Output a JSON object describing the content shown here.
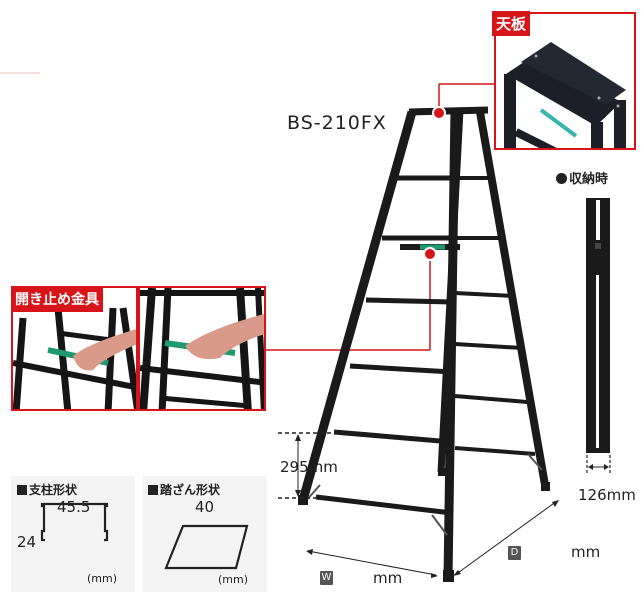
{
  "product": {
    "model": "BS-210FX"
  },
  "callouts": {
    "top_plate": {
      "label": "天板"
    },
    "opening_stopper": {
      "label": "開き止め金具"
    }
  },
  "storage": {
    "title": "収納時",
    "width": "126mm"
  },
  "dimensions": {
    "step_pitch": "295mm",
    "width_badge": "W",
    "width_unit": "mm",
    "depth_badge": "D",
    "depth_unit": "mm"
  },
  "cross_sections": {
    "pillar": {
      "title": "支柱形状",
      "width": "45.5",
      "height": "24",
      "unit": "(mm)"
    },
    "step": {
      "title": "踏ざん形状",
      "width": "40",
      "unit": "(mm)"
    }
  },
  "colors": {
    "accent_red": "#d7141a",
    "ladder_black": "#1a1a1a",
    "grip_green": "#1f9a6e",
    "badge_gray": "#555555"
  }
}
